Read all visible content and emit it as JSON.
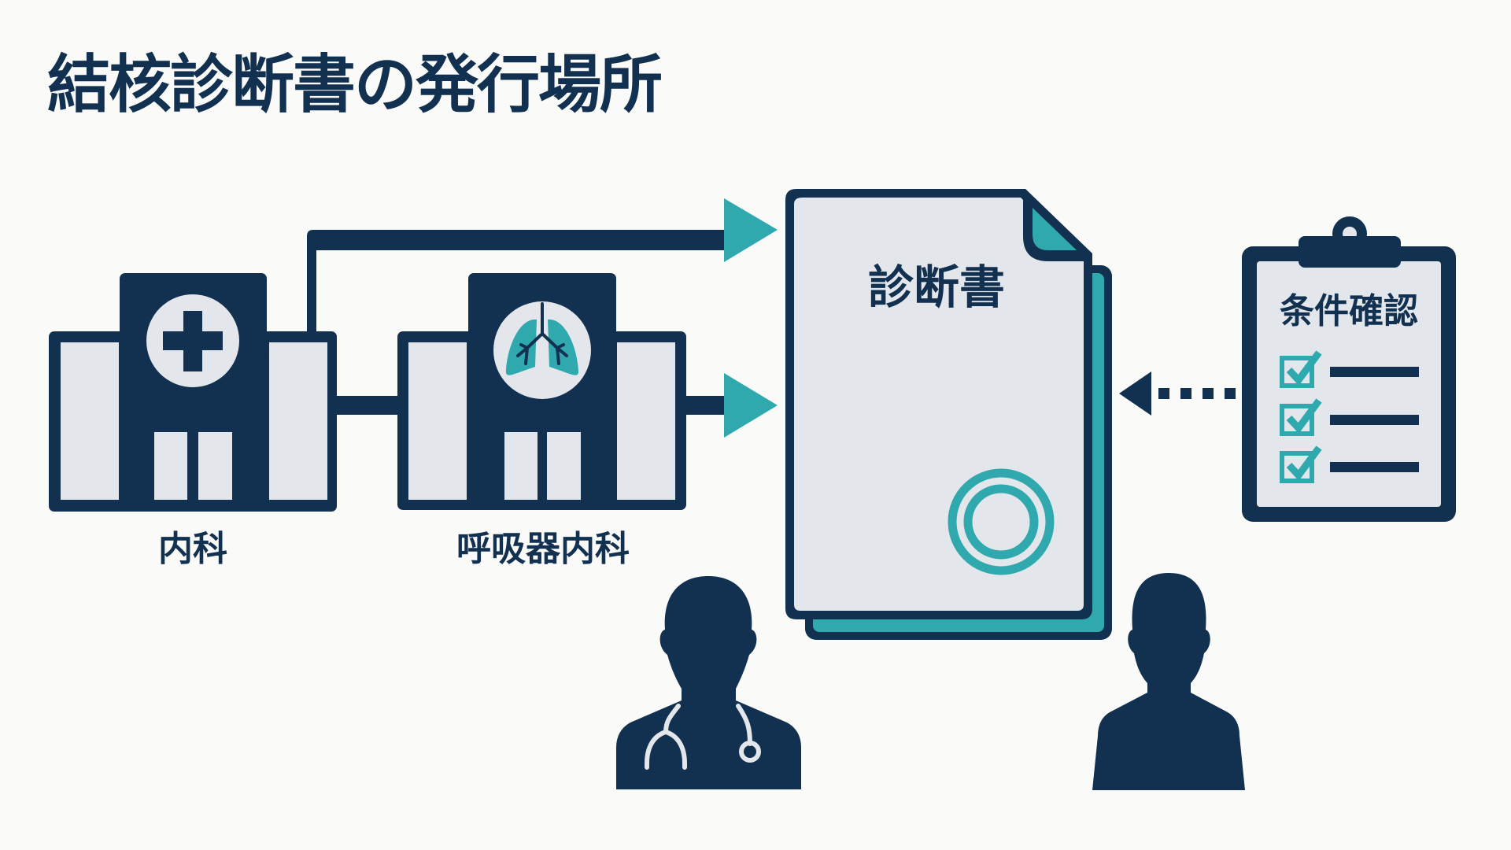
{
  "title": "結核診断書の発行場所",
  "facilities": [
    {
      "label": "内科",
      "icon": "medical-cross"
    },
    {
      "label": "呼吸器内科",
      "icon": "lungs"
    }
  ],
  "document": {
    "label": "診断書",
    "seal": "double-circle-seal"
  },
  "checklist": {
    "title": "条件確認",
    "items_checked": 3
  },
  "people": [
    {
      "role": "doctor",
      "icon": "doctor-with-stethoscope"
    },
    {
      "role": "patient",
      "icon": "person-silhouette"
    }
  ],
  "colors": {
    "navy": "#12304f",
    "teal": "#2fa9ae",
    "paper": "#e3e6eb",
    "background": "#fafaf9"
  }
}
